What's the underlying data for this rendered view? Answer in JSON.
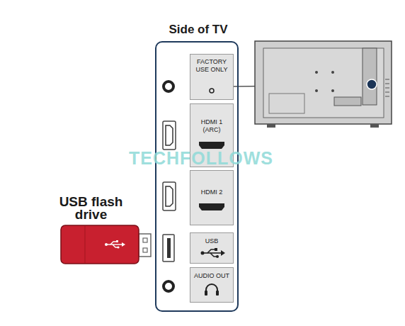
{
  "diagram": {
    "nodes": [
      {
        "text": [
          "Side of TV"
        ]
      },
      {
        "text": [
          "FACTORY USE ONLY"
        ],
        "in": 0
      },
      {
        "text": [
          "HDMI 1 (ARC)"
        ],
        "in": 0
      },
      {
        "text": [
          "HDMI 2"
        ],
        "in": 0
      },
      {
        "text": [
          "USB"
        ],
        "in": 0
      },
      {
        "text": [
          "AUDIO OUT"
        ],
        "in": 0
      },
      {
        "text": [
          "USB flash drive"
        ]
      }
    ],
    "labels": [
      "TECHFOLLOWS"
    ]
  }
}
